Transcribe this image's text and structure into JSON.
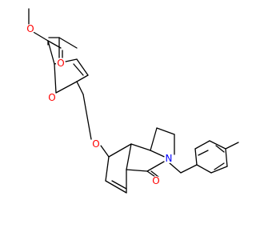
{
  "molecule": {
    "colors": {
      "bond": "#000000",
      "oxygen": "#ff0000",
      "nitrogen": "#0000ff",
      "background": "#ffffff"
    },
    "atoms": {
      "O1": {
        "label": "O",
        "element": "oxygen"
      },
      "O2": {
        "label": "O",
        "element": "oxygen"
      },
      "O3": {
        "label": "O",
        "element": "oxygen"
      },
      "O4": {
        "label": "O",
        "element": "oxygen"
      },
      "O5": {
        "label": "O",
        "element": "oxygen"
      },
      "N1": {
        "label": "N",
        "element": "nitrogen"
      }
    }
  }
}
